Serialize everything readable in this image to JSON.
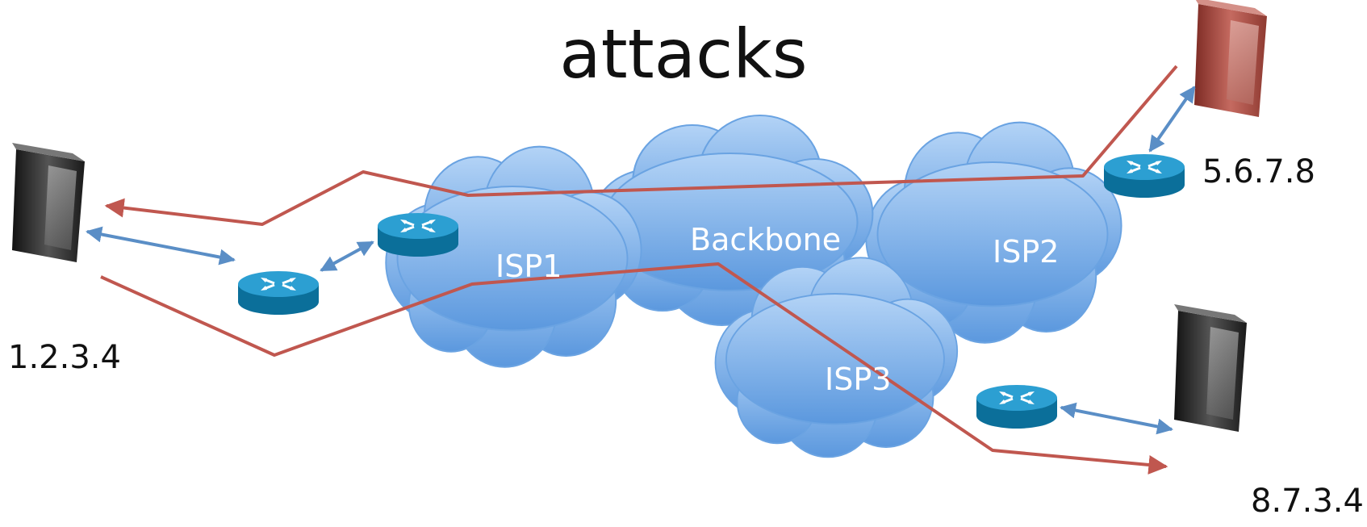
{
  "title": "attacks",
  "hosts": {
    "left_ip": "1.2.3.4",
    "top_right_ip": "5.6.7.8",
    "bottom_right_ip": "8.7.3.4"
  },
  "clouds": {
    "isp1": "ISP1",
    "backbone": "Backbone",
    "isp2": "ISP2",
    "isp3": "ISP3"
  },
  "colors": {
    "cloud_light": "#a9ccf3",
    "cloud_dark": "#5d9be0",
    "attack_path": "#c0574f",
    "link_arrow": "#5a8ec6",
    "router_top": "#2c9fd2",
    "router_side": "#0b6f9a",
    "attacker_server": "#b5574e",
    "server": "#3a3a3a"
  },
  "icons": [
    "server-icon",
    "router-icon",
    "cloud-icon"
  ]
}
